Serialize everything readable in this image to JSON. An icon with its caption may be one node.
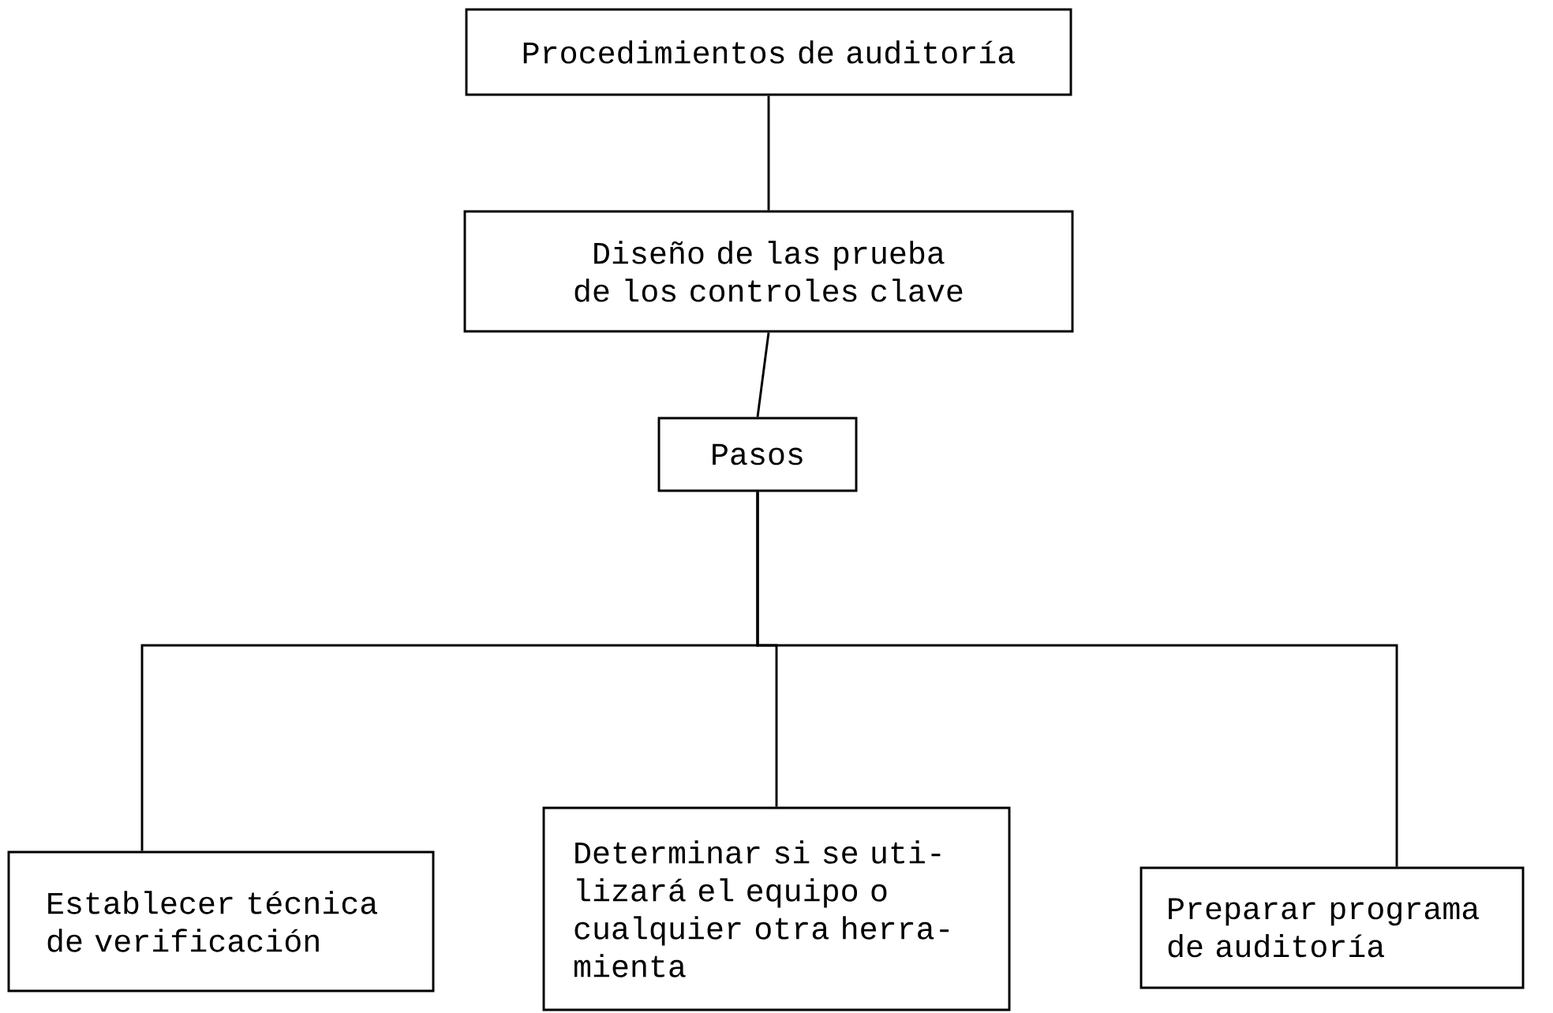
{
  "diagram": {
    "nodes": [
      {
        "text": [
          "Procedimientos de auditoría"
        ]
      },
      {
        "text": [
          "Diseño de las prueba de los controles clave"
        ]
      },
      {
        "text": [
          "Pasos"
        ]
      },
      {
        "text": [
          "Establecer técnica de verificación"
        ]
      },
      {
        "text": [
          "Determinar si se uti- lizará el equipo o cualquier otra herra- mienta"
        ]
      },
      {
        "text": [
          "Preparar programa de auditoría"
        ]
      }
    ],
    "edges": [
      {
        "from": 0,
        "to": 1,
        "arrow": "none"
      },
      {
        "from": 1,
        "to": 2,
        "arrow": "none"
      },
      {
        "from": 2,
        "to": 3,
        "arrow": "none"
      },
      {
        "from": 2,
        "to": 4,
        "arrow": "none"
      },
      {
        "from": 2,
        "to": 5,
        "arrow": "none"
      }
    ]
  }
}
